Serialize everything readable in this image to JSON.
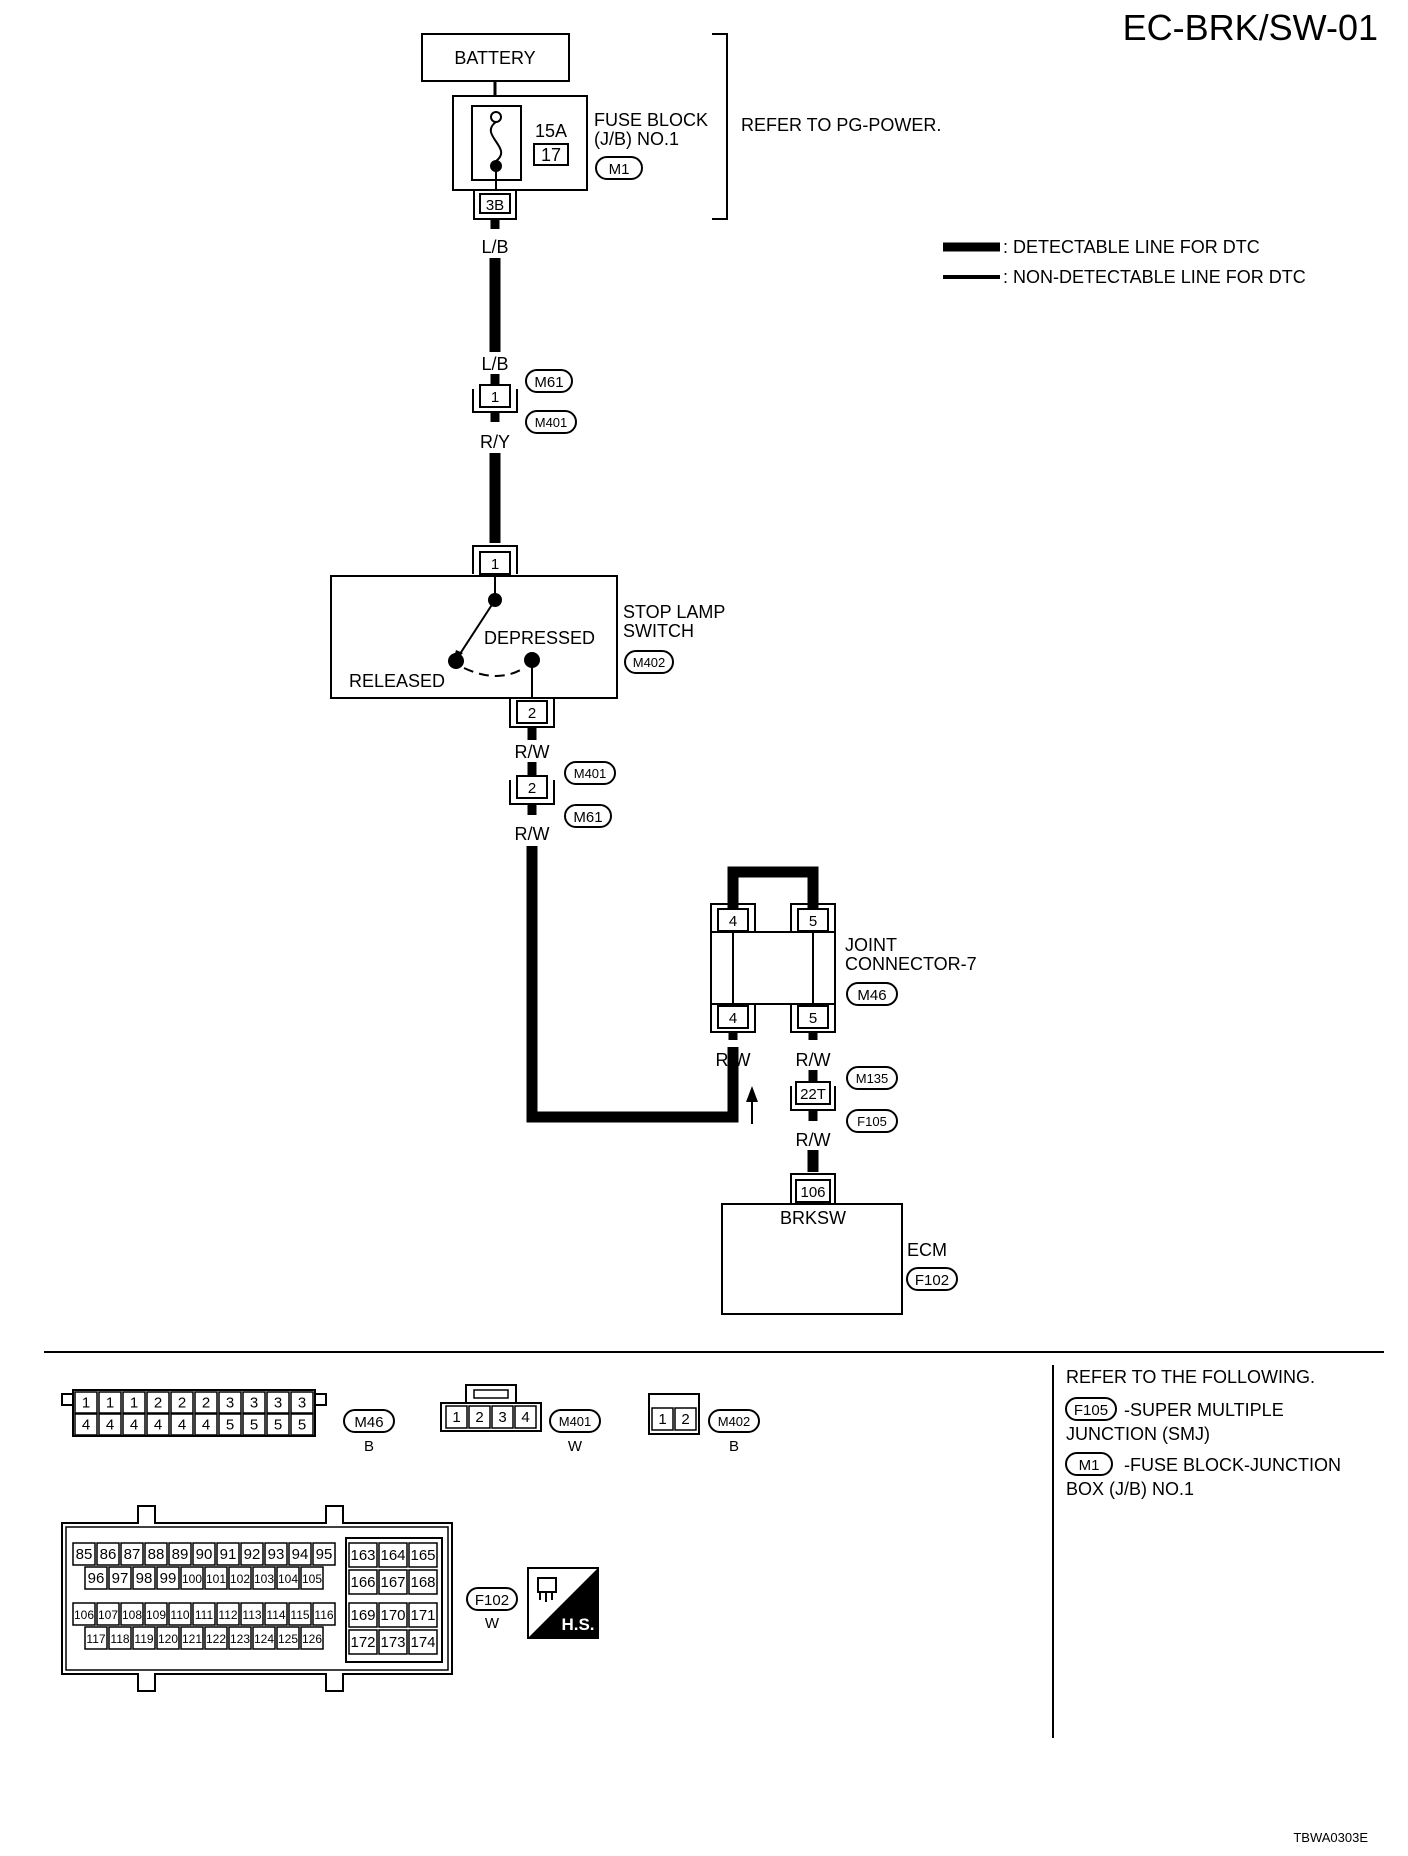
{
  "page_title": "EC-BRK/SW-01",
  "figure_code": "TBWA0303E",
  "battery": "BATTERY",
  "fuse": {
    "amp": "15A",
    "number": "17",
    "name_line1": "FUSE BLOCK",
    "name_line2": "(J/B) NO.1",
    "connector": "M1",
    "terminal": "3B",
    "refer": "REFER TO PG-POWER."
  },
  "legend": {
    "detectable": ": DETECTABLE LINE FOR DTC",
    "non_detectable": ": NON-DETECTABLE LINE FOR DTC"
  },
  "wires": {
    "lb_top": "L/B",
    "lb_mid": "L/B",
    "ry": "R/Y",
    "rw_1": "R/W",
    "rw_2": "R/W",
    "rw_jc_left": "R/W",
    "rw_jc_right": "R/W",
    "rw_ecm": "R/W"
  },
  "inline1": {
    "pin": "1",
    "conn_top": "M61",
    "conn_bottom": "M401"
  },
  "inline2": {
    "pin": "2",
    "conn_top": "M401",
    "conn_bottom": "M61"
  },
  "stop_lamp": {
    "pin_top": "1",
    "pin_bottom": "2",
    "depressed": "DEPRESSED",
    "released": "RELEASED",
    "name_line1": "STOP LAMP",
    "name_line2": "SWITCH",
    "connector": "M402"
  },
  "joint": {
    "pin_tl": "4",
    "pin_tr": "5",
    "pin_bl": "4",
    "pin_br": "5",
    "name_line1": "JOINT",
    "name_line2": "CONNECTOR-7",
    "connector": "M46"
  },
  "inline3": {
    "pin": "22T",
    "conn_top": "M135",
    "conn_bottom": "F105"
  },
  "ecm": {
    "pin": "106",
    "terminal_name": "BRKSW",
    "name": "ECM",
    "connector": "F102"
  },
  "connector_views": {
    "m46": {
      "id": "M46",
      "color": "B",
      "top": [
        "1",
        "1",
        "1",
        "2",
        "2",
        "2",
        "3",
        "3",
        "3",
        "3"
      ],
      "bottom": [
        "4",
        "4",
        "4",
        "4",
        "4",
        "4",
        "5",
        "5",
        "5",
        "5"
      ]
    },
    "m401": {
      "id": "M401",
      "color": "W",
      "pins": [
        "1",
        "2",
        "3",
        "4"
      ]
    },
    "m402": {
      "id": "M402",
      "color": "B",
      "pins": [
        "1",
        "2"
      ]
    },
    "f102": {
      "id": "F102",
      "color": "W",
      "row1": [
        "85",
        "86",
        "87",
        "88",
        "89",
        "90",
        "91",
        "92",
        "93",
        "94",
        "95"
      ],
      "row2": [
        "96",
        "97",
        "98",
        "99",
        "100",
        "101",
        "102",
        "103",
        "104",
        "105"
      ],
      "row3": [
        "106",
        "107",
        "108",
        "109",
        "110",
        "111",
        "112",
        "113",
        "114",
        "115",
        "116"
      ],
      "row4": [
        "117",
        "118",
        "119",
        "120",
        "121",
        "122",
        "123",
        "124",
        "125",
        "126"
      ],
      "right_rows": [
        [
          "163",
          "164",
          "165"
        ],
        [
          "166",
          "167",
          "168"
        ],
        [
          "169",
          "170",
          "171"
        ],
        [
          "172",
          "173",
          "174"
        ]
      ],
      "hs_label": "H.S."
    }
  },
  "refer_box": {
    "heading": "REFER TO THE FOLLOWING.",
    "item1_conn": "F105",
    "item1_line1": "-SUPER MULTIPLE",
    "item1_line2": "JUNCTION (SMJ)",
    "item2_conn": "M1",
    "item2_line1": "-FUSE BLOCK-JUNCTION",
    "item2_line2": "BOX (J/B) NO.1"
  }
}
